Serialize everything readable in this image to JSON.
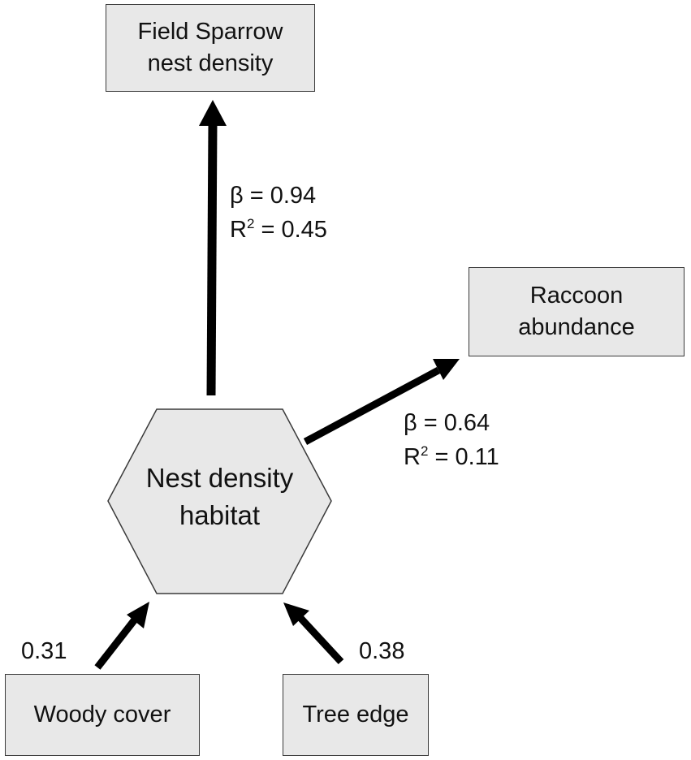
{
  "nodes": {
    "field_sparrow": {
      "line1": "Field Sparrow",
      "line2": "nest density"
    },
    "raccoon": {
      "line1": "Raccoon",
      "line2": "abundance"
    },
    "habitat": {
      "line1": "Nest density",
      "line2": "habitat"
    },
    "woody_cover": {
      "label": "Woody cover"
    },
    "tree_edge": {
      "label": "Tree edge"
    }
  },
  "paths": {
    "habitat_to_field_sparrow": {
      "beta": "β = 0.94",
      "r2_prefix": "R",
      "r2_sup": "2",
      "r2_value": " = 0.45"
    },
    "habitat_to_raccoon": {
      "beta": "β = 0.64",
      "r2_prefix": "R",
      "r2_sup": "2",
      "r2_value": " = 0.11"
    },
    "woody_cover_to_habitat": {
      "weight": "0.31"
    },
    "tree_edge_to_habitat": {
      "weight": "0.38"
    }
  },
  "colors": {
    "box_fill": "#e8e8e8",
    "box_border": "#3a3a3a",
    "arrow": "#000000"
  }
}
